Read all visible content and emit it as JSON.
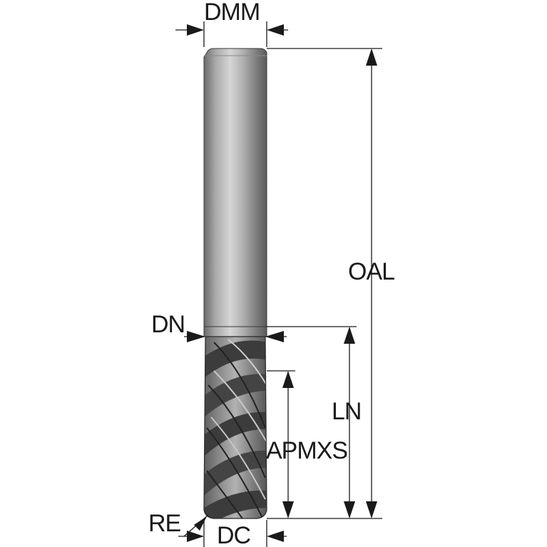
{
  "labels": {
    "dmm": "DMM",
    "oal": "OAL",
    "dn": "DN",
    "ln": "LN",
    "apmxs": "APMXS",
    "re": "RE",
    "dc": "DC"
  },
  "colors": {
    "line": "#1a1a1a",
    "shank_light": "#d4d4d4",
    "shank_mid": "#9a9a9a",
    "shank_dark": "#4a4a4a",
    "flute_dark": "#3a3a3a"
  }
}
